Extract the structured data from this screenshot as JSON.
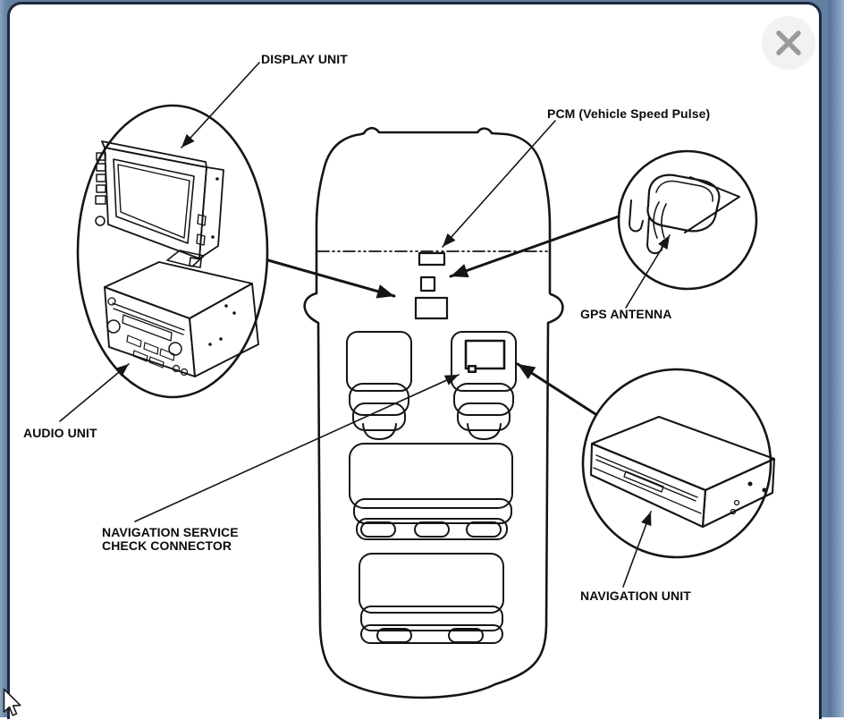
{
  "dialog": {
    "name": "component-location-diagram-popup",
    "close_icon": "x-icon"
  },
  "diagram": {
    "title_implicit": "Navigation system component locations (vehicle top view)",
    "labels": {
      "display_unit": "DISPLAY UNIT",
      "pcm": "PCM (Vehicle Speed Pulse)",
      "gps_antenna": "GPS ANTENNA",
      "audio_unit": "AUDIO UNIT",
      "nav_service_line1": "NAVIGATION SERVICE",
      "nav_service_line2": "CHECK CONNECTOR",
      "navigation_unit": "NAVIGATION UNIT"
    },
    "colors": {
      "line": "#151515",
      "page_background": "#64809f",
      "panel_background": "#ffffff",
      "panel_border": "#1b2840",
      "close_button_bg": "#f1f2f3",
      "close_button_icon": "#9a9a9a"
    }
  }
}
